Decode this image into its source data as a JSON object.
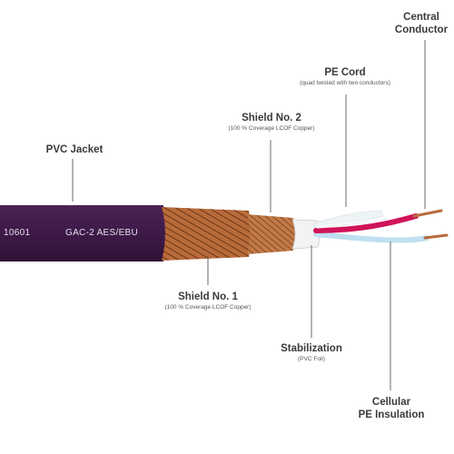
{
  "labels": {
    "central_conductor": {
      "title_line1": "Central",
      "title_line2": "Conductor"
    },
    "pe_cord": {
      "title": "PE Cord",
      "subtitle": "(quad twisted with two conductors)"
    },
    "shield_no2": {
      "title": "Shield No. 2",
      "subtitle": "(100 % Coverage LCOF Copper)"
    },
    "pvc_jacket": {
      "title": "PVC Jacket"
    },
    "shield_no1": {
      "title": "Shield No. 1",
      "subtitle": "(100 % Coverage LCOF Copper)"
    },
    "stabilization": {
      "title": "Stabilization",
      "subtitle": "(PVC Foil)"
    },
    "cellular": {
      "title_line1": "Cellular",
      "title_line2": "PE Insulation"
    }
  },
  "jacket_print": {
    "code": "10601",
    "model": "GAC-2 AES/EBU"
  },
  "colors": {
    "jacket": "#3e1a47",
    "copper": "#b86a3a",
    "copper_dark": "#7a3f1c",
    "red_wire": "#d0145a",
    "blue_wire": "#bfe0f0",
    "leader": "#6a6a6a"
  }
}
